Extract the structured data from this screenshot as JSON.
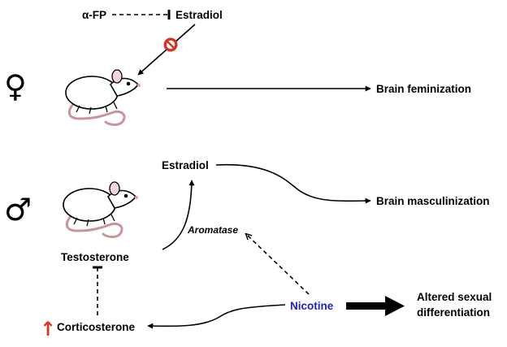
{
  "female": {
    "symbol": "♀",
    "afp_label": "α-FP",
    "estradiol_label": "Estradiol",
    "outcome_label": "Brain feminization"
  },
  "male": {
    "symbol": "♂",
    "estradiol_label": "Estradiol",
    "outcome_label": "Brain masculinization",
    "aromatase_label": "Aromatase",
    "testosterone_label": "Testosterone",
    "corticosterone_label": "Corticosterone",
    "corticosterone_arrow": "↑",
    "nicotine_label": "Nicotine",
    "altered_line1": "Altered sexual",
    "altered_line2": "differentiation"
  },
  "colors": {
    "nicotine": "#1f1fc8",
    "increase_arrow": "#d23c1e",
    "block_sign": "#d9301e"
  }
}
